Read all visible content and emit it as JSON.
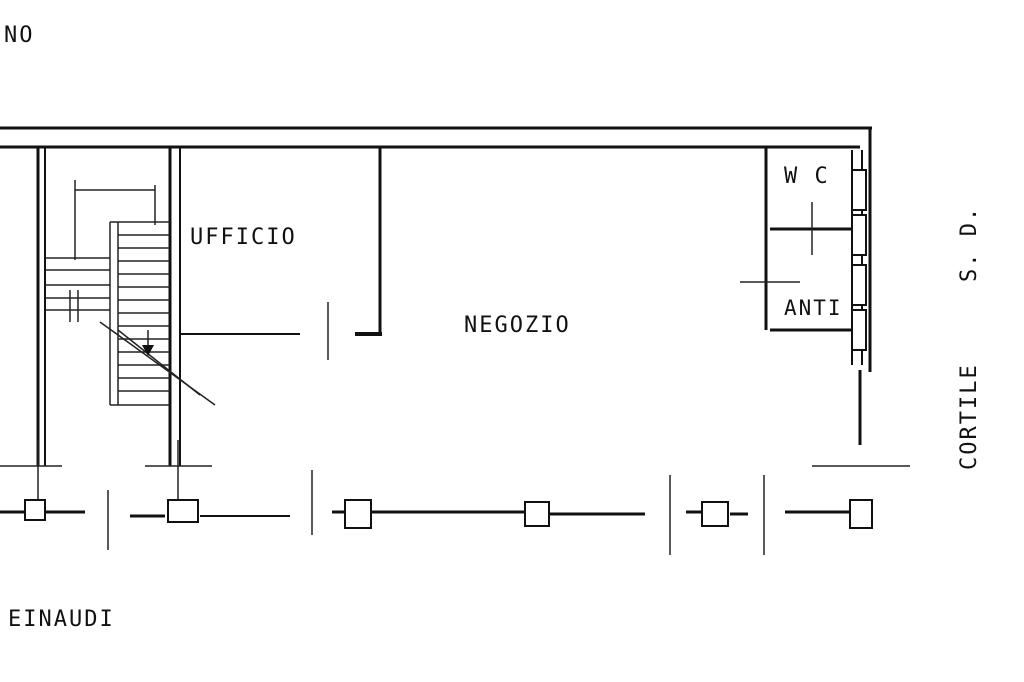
{
  "labels": {
    "top_left": "NO",
    "ufficio": "UFFICIO",
    "negozio": "NEGOZIO",
    "wc": "W C",
    "anti": "ANTI",
    "cortile": "CORTILE",
    "sd": "S. D.",
    "street": "EINAUDI"
  },
  "colors": {
    "ink": "#111111",
    "paper": "#ffffff"
  }
}
